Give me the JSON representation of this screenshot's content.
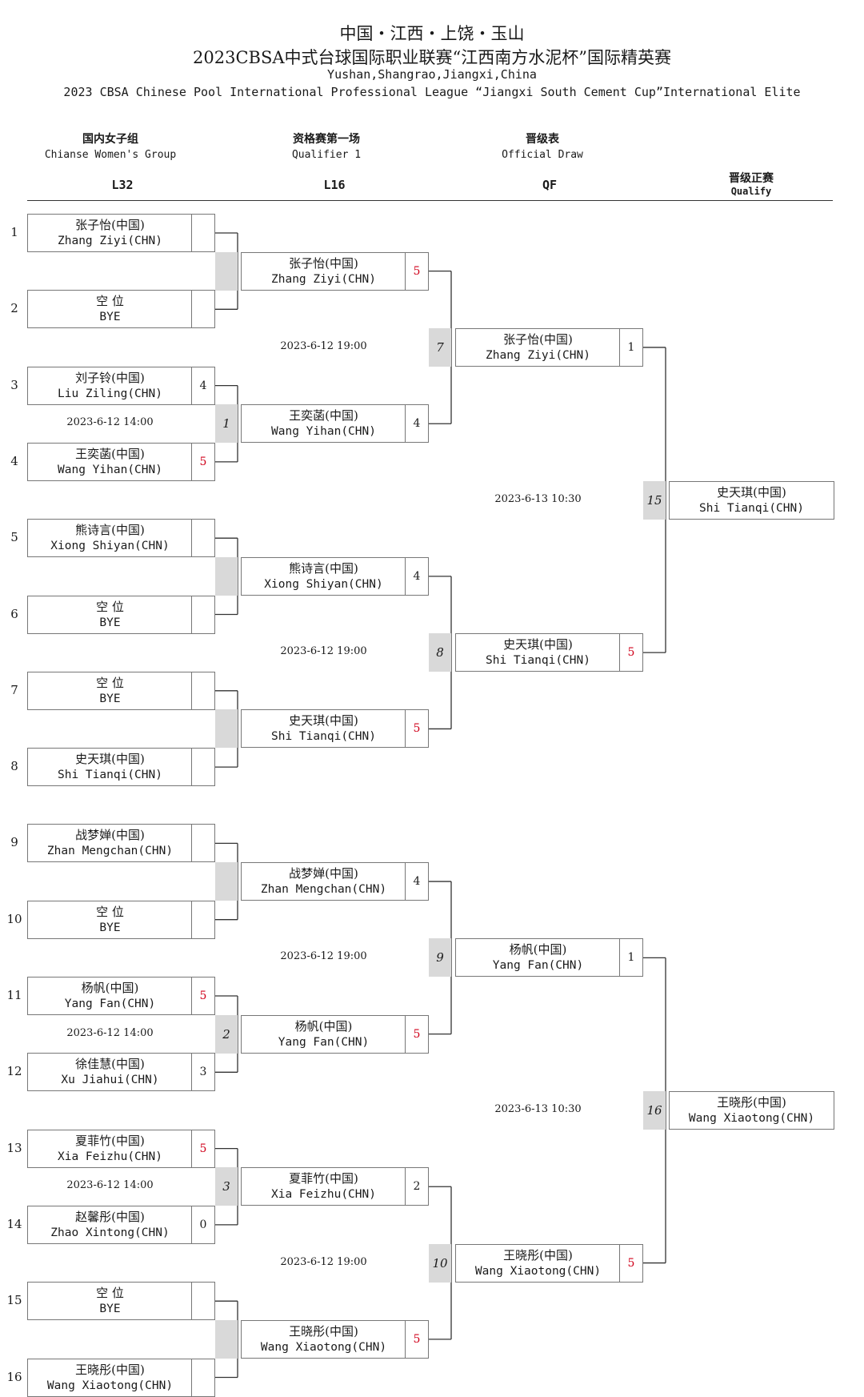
{
  "header": {
    "line1": "中国・江西・上饶・玉山",
    "line2": "2023CBSA中式台球国际职业联赛“江西南方水泥杯”国际精英赛",
    "line3": "Yushan,Shangrao,Jiangxi,China",
    "line4": "2023 CBSA Chinese Pool International Professional League “Jiangxi South Cement Cup”International Elite"
  },
  "columns": {
    "group_cn": "国内女子组",
    "group_en": "Chianse Women's Group",
    "qualifier_cn": "资格赛第一场",
    "qualifier_en": "Qualifier 1",
    "draw_cn": "晋级表",
    "draw_en": "Official Draw",
    "qualify_cn": "晋级正赛",
    "qualify_en": "Qualify"
  },
  "rounds": {
    "l32": "L32",
    "l16": "L16",
    "qf": "QF"
  },
  "colors": {
    "winner_score": "#d0021b",
    "match_box": "#d9d9d9"
  },
  "l32": [
    {
      "seed": "1",
      "cn": "张子怡(中国)",
      "en": "Zhang Ziyi(CHN)",
      "score": "",
      "win": false
    },
    {
      "seed": "2",
      "cn": "空 位",
      "en": "BYE",
      "score": "",
      "win": false
    },
    {
      "seed": "3",
      "cn": "刘子铃(中国)",
      "en": "Liu Ziling(CHN)",
      "score": "4",
      "win": false
    },
    {
      "seed": "4",
      "cn": "王奕菡(中国)",
      "en": "Wang Yihan(CHN)",
      "score": "5",
      "win": true
    },
    {
      "seed": "5",
      "cn": "熊诗言(中国)",
      "en": "Xiong Shiyan(CHN)",
      "score": "",
      "win": false
    },
    {
      "seed": "6",
      "cn": "空 位",
      "en": "BYE",
      "score": "",
      "win": false
    },
    {
      "seed": "7",
      "cn": "空 位",
      "en": "BYE",
      "score": "",
      "win": false
    },
    {
      "seed": "8",
      "cn": "史天琪(中国)",
      "en": "Shi Tianqi(CHN)",
      "score": "",
      "win": false
    },
    {
      "seed": "9",
      "cn": "战梦婵(中国)",
      "en": "Zhan Mengchan(CHN)",
      "score": "",
      "win": false
    },
    {
      "seed": "10",
      "cn": "空 位",
      "en": "BYE",
      "score": "",
      "win": false
    },
    {
      "seed": "11",
      "cn": "杨帆(中国)",
      "en": "Yang Fan(CHN)",
      "score": "5",
      "win": true
    },
    {
      "seed": "12",
      "cn": "徐佳慧(中国)",
      "en": "Xu Jiahui(CHN)",
      "score": "3",
      "win": false
    },
    {
      "seed": "13",
      "cn": "夏菲竹(中国)",
      "en": "Xia Feizhu(CHN)",
      "score": "5",
      "win": true
    },
    {
      "seed": "14",
      "cn": "赵馨彤(中国)",
      "en": "Zhao Xintong(CHN)",
      "score": "0",
      "win": false
    },
    {
      "seed": "15",
      "cn": "空 位",
      "en": "BYE",
      "score": "",
      "win": false
    },
    {
      "seed": "16",
      "cn": "王晓彤(中国)",
      "en": "Wang Xiaotong(CHN)",
      "score": "",
      "win": false
    }
  ],
  "l32_matches": [
    {
      "label": "",
      "date": ""
    },
    {
      "label": "1",
      "date": "2023-6-12 14:00"
    },
    {
      "label": "",
      "date": ""
    },
    {
      "label": "",
      "date": ""
    },
    {
      "label": "",
      "date": ""
    },
    {
      "label": "2",
      "date": "2023-6-12 14:00"
    },
    {
      "label": "3",
      "date": "2023-6-12 14:00"
    },
    {
      "label": "",
      "date": ""
    }
  ],
  "l16": [
    {
      "cn": "张子怡(中国)",
      "en": "Zhang Ziyi(CHN)",
      "score": "5",
      "win": true
    },
    {
      "cn": "王奕菡(中国)",
      "en": "Wang Yihan(CHN)",
      "score": "4",
      "win": false
    },
    {
      "cn": "熊诗言(中国)",
      "en": "Xiong Shiyan(CHN)",
      "score": "4",
      "win": false
    },
    {
      "cn": "史天琪(中国)",
      "en": "Shi Tianqi(CHN)",
      "score": "5",
      "win": true
    },
    {
      "cn": "战梦婵(中国)",
      "en": "Zhan Mengchan(CHN)",
      "score": "4",
      "win": false
    },
    {
      "cn": "杨帆(中国)",
      "en": "Yang Fan(CHN)",
      "score": "5",
      "win": true
    },
    {
      "cn": "夏菲竹(中国)",
      "en": "Xia Feizhu(CHN)",
      "score": "2",
      "win": false
    },
    {
      "cn": "王晓彤(中国)",
      "en": "Wang Xiaotong(CHN)",
      "score": "5",
      "win": true
    }
  ],
  "l16_matches": [
    {
      "label": "7",
      "date": "2023-6-12 19:00"
    },
    {
      "label": "8",
      "date": "2023-6-12 19:00"
    },
    {
      "label": "9",
      "date": "2023-6-12 19:00"
    },
    {
      "label": "10",
      "date": "2023-6-12 19:00"
    }
  ],
  "qf": [
    {
      "cn": "张子怡(中国)",
      "en": "Zhang Ziyi(CHN)",
      "score": "1",
      "win": false
    },
    {
      "cn": "史天琪(中国)",
      "en": "Shi Tianqi(CHN)",
      "score": "5",
      "win": true
    },
    {
      "cn": "杨帆(中国)",
      "en": "Yang Fan(CHN)",
      "score": "1",
      "win": false
    },
    {
      "cn": "王晓彤(中国)",
      "en": "Wang Xiaotong(CHN)",
      "score": "5",
      "win": true
    }
  ],
  "qf_matches": [
    {
      "label": "15",
      "date": "2023-6-13 10:30"
    },
    {
      "label": "16",
      "date": "2023-6-13 10:30"
    }
  ],
  "qualified": [
    {
      "cn": "史天琪(中国)",
      "en": "Shi Tianqi(CHN)"
    },
    {
      "cn": "王晓彤(中国)",
      "en": "Wang Xiaotong(CHN)"
    }
  ]
}
